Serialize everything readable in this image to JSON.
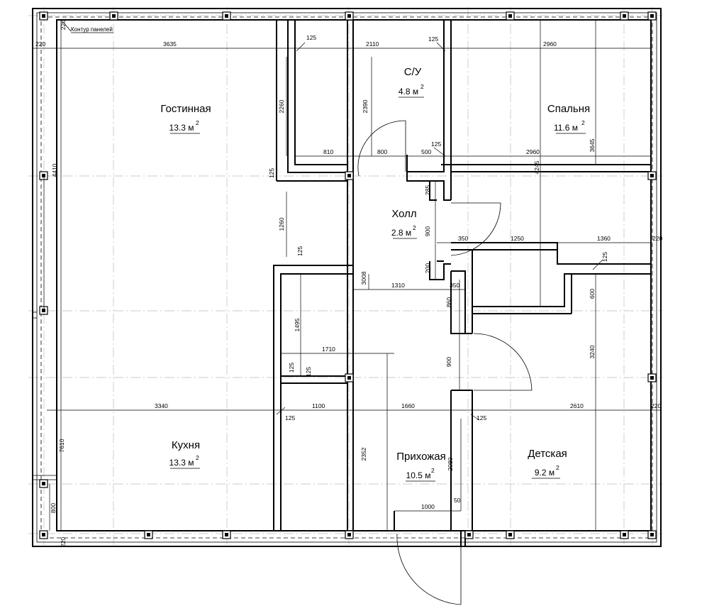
{
  "rooms": {
    "living": {
      "name": "Гостинная",
      "area": "13.3 м",
      "sup": "2"
    },
    "bath": {
      "name": "С/У",
      "area": "4.8 м",
      "sup": "2"
    },
    "bedroom": {
      "name": "Спальня",
      "area": "11.6 м",
      "sup": "2"
    },
    "hall": {
      "name": "Холл",
      "area": "2.8 м",
      "sup": "2"
    },
    "kitchen": {
      "name": "Кухня",
      "area": "13.3 м",
      "sup": "2"
    },
    "entry": {
      "name": "Прихожая",
      "area": "10.5 м",
      "sup": "2"
    },
    "kids": {
      "name": "Детская",
      "area": "9.2 м",
      "sup": "2"
    }
  },
  "note": "Контур панелей",
  "dims": {
    "d220a": "220",
    "d3635": "3635",
    "d2110": "2110",
    "d125a": "125",
    "d125b": "125",
    "d2960a": "2960",
    "d220top": "220",
    "d2260": "2260",
    "d2390": "2390",
    "d810": "810",
    "d800": "800",
    "d500": "500",
    "d125c": "125",
    "d2960b": "2960",
    "d4245": "4245",
    "d3645": "3645",
    "d4410": "4410",
    "d125d": "125",
    "d285": "285",
    "d900a": "900",
    "d1260": "1260",
    "d125e": "125",
    "d350a": "350",
    "d1250": "1250",
    "d1360": "1360",
    "d220r": "220",
    "d200": "200",
    "d125f": "125",
    "d3008": "3008",
    "d1310": "1310",
    "d350b": "350",
    "d600": "600",
    "d860": "860",
    "d1495": "1495",
    "d1710": "1710",
    "d900b": "900",
    "d3240": "3240",
    "d125g": "125",
    "d125h": "125",
    "d3340": "3340",
    "d1100": "1100",
    "d1660": "1660",
    "d2610": "2610",
    "d220r2": "220",
    "d125i": "125",
    "d125j": "125",
    "d7610": "7610",
    "d2352": "2352",
    "d2080": "2080",
    "d800b": "800",
    "d1000": "1000",
    "d50": "50",
    "d220b": "220"
  }
}
